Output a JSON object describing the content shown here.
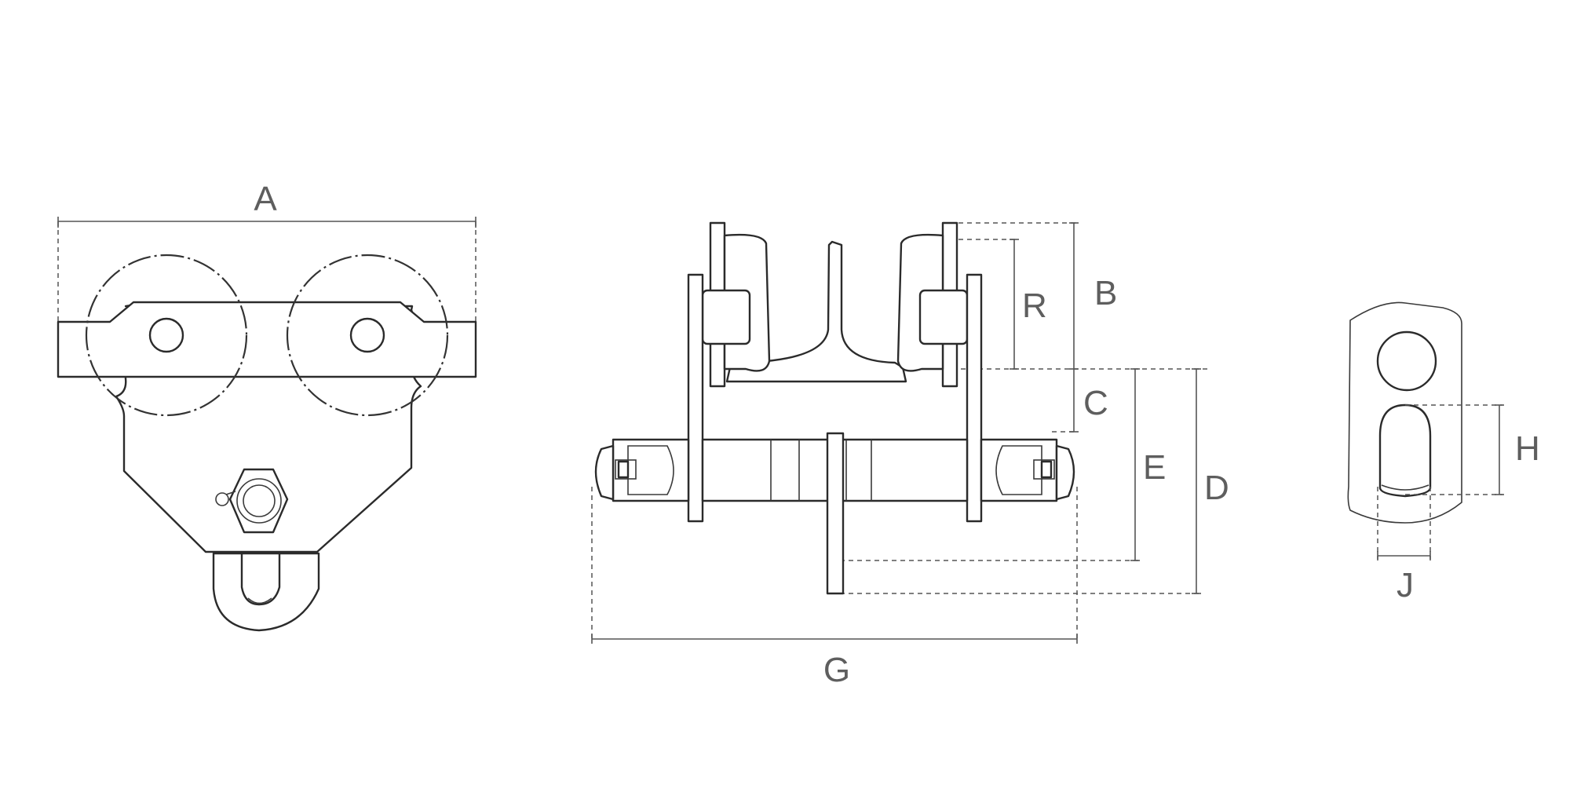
{
  "labels": {
    "A": "A",
    "B": "B",
    "R": "R",
    "C": "C",
    "E": "E",
    "D": "D",
    "G": "G",
    "H": "H",
    "J": "J"
  }
}
